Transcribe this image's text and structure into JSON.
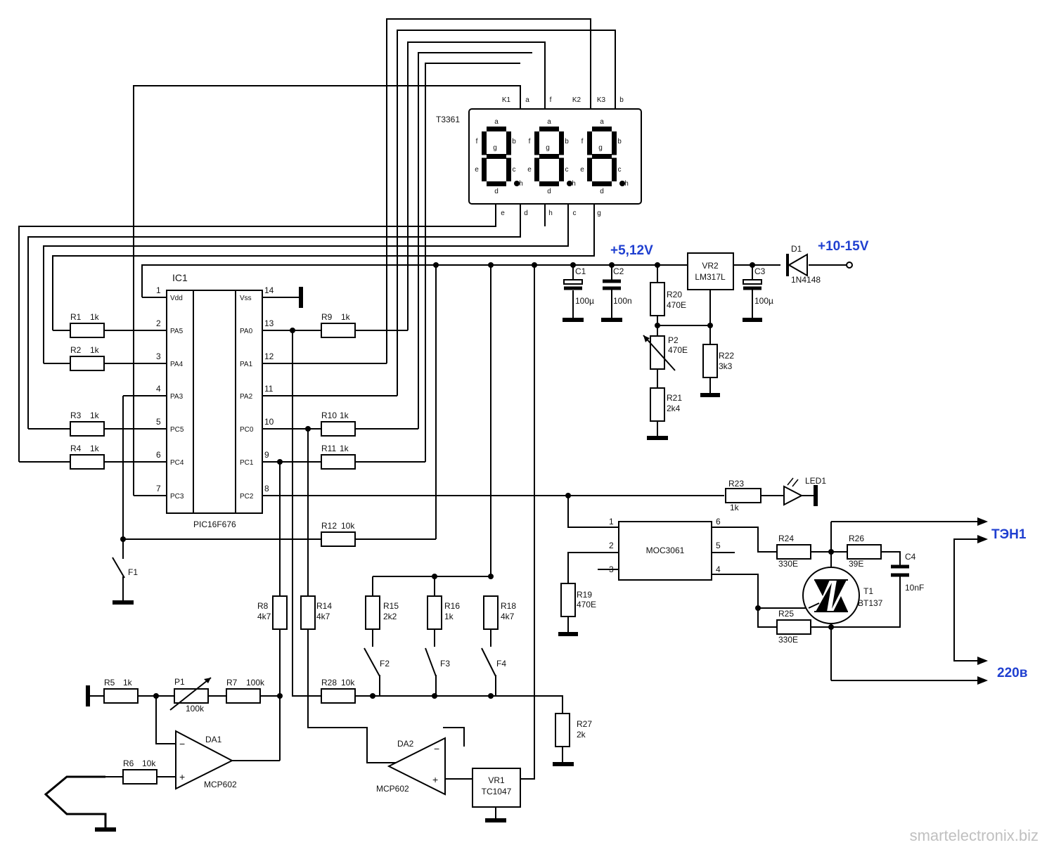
{
  "ic1": {
    "ref": "IC1",
    "part": "PIC16F676",
    "left_pins": [
      {
        "n": "1",
        "name": "Vdd"
      },
      {
        "n": "2",
        "name": "PA5"
      },
      {
        "n": "3",
        "name": "PA4"
      },
      {
        "n": "4",
        "name": "PA3"
      },
      {
        "n": "5",
        "name": "PC5"
      },
      {
        "n": "6",
        "name": "PC4"
      },
      {
        "n": "7",
        "name": "PC3"
      }
    ],
    "right_pins": [
      {
        "n": "14",
        "name": "Vss"
      },
      {
        "n": "13",
        "name": "PA0"
      },
      {
        "n": "12",
        "name": "PA1"
      },
      {
        "n": "11",
        "name": "PA2"
      },
      {
        "n": "10",
        "name": "PC0"
      },
      {
        "n": "9",
        "name": "PC1"
      },
      {
        "n": "8",
        "name": "PC2"
      }
    ]
  },
  "display": {
    "ref": "T3361",
    "top_pins": [
      "K1",
      "a",
      "f",
      "K2",
      "K3",
      "b"
    ],
    "bottom_pins": [
      "e",
      "d",
      "h",
      "c",
      "g"
    ],
    "segment_letters": [
      "a",
      "b",
      "c",
      "d",
      "e",
      "f",
      "g",
      "h"
    ]
  },
  "resistors": [
    {
      "ref": "R1",
      "value": "1k"
    },
    {
      "ref": "R2",
      "value": "1k"
    },
    {
      "ref": "R3",
      "value": "1k"
    },
    {
      "ref": "R4",
      "value": "1k"
    },
    {
      "ref": "R5",
      "value": "1k"
    },
    {
      "ref": "R6",
      "value": "10k"
    },
    {
      "ref": "R7",
      "value": "100k"
    },
    {
      "ref": "R8",
      "value": "4k7"
    },
    {
      "ref": "R9",
      "value": "1k"
    },
    {
      "ref": "R10",
      "value": "1k"
    },
    {
      "ref": "R11",
      "value": "1k"
    },
    {
      "ref": "R12",
      "value": "10k"
    },
    {
      "ref": "R14",
      "value": "4k7"
    },
    {
      "ref": "R15",
      "value": "2k2"
    },
    {
      "ref": "R16",
      "value": "1k"
    },
    {
      "ref": "R18",
      "value": "4k7"
    },
    {
      "ref": "R19",
      "value": "470E"
    },
    {
      "ref": "R20",
      "value": "470E"
    },
    {
      "ref": "R21",
      "value": "2k4"
    },
    {
      "ref": "R22",
      "value": "3k3"
    },
    {
      "ref": "R23",
      "value": "1k"
    },
    {
      "ref": "R24",
      "value": "330E"
    },
    {
      "ref": "R25",
      "value": "330E"
    },
    {
      "ref": "R26",
      "value": "39E"
    },
    {
      "ref": "R27",
      "value": "2k"
    },
    {
      "ref": "R28",
      "value": "10k"
    }
  ],
  "pots": [
    {
      "ref": "P1",
      "value": "100k"
    },
    {
      "ref": "P2",
      "value": "470E"
    }
  ],
  "caps": [
    {
      "ref": "C1",
      "value": "100µ"
    },
    {
      "ref": "C2",
      "value": "100n"
    },
    {
      "ref": "C3",
      "value": "100µ"
    },
    {
      "ref": "C4",
      "value": "10nF"
    }
  ],
  "regulators": [
    {
      "ref": "VR2",
      "part": "LM317L"
    },
    {
      "ref": "VR1",
      "part": "TC1047"
    }
  ],
  "diode": {
    "ref": "D1",
    "part": "1N4148"
  },
  "led": {
    "ref": "LED1"
  },
  "opamps": [
    {
      "ref": "DA1",
      "part": "MCP602",
      "minus": "−",
      "plus": "+"
    },
    {
      "ref": "DA2",
      "part": "MCP602",
      "minus": "−",
      "plus": "+"
    }
  ],
  "optocoupler": {
    "part": "MOC3061",
    "pins": [
      "1",
      "2",
      "3",
      "4",
      "5",
      "6"
    ]
  },
  "triac": {
    "ref": "T1",
    "part": "BT137"
  },
  "switches": [
    "F1",
    "F2",
    "F3",
    "F4"
  ],
  "rails": {
    "vcc": "+5,12V",
    "vin": "+10-15V"
  },
  "outputs": {
    "heater": "ТЭН1",
    "mains": "220в"
  },
  "colors": {
    "rail_label": "#1f3fd0",
    "ink": "#000000"
  },
  "watermark": "smartelectronix.biz"
}
